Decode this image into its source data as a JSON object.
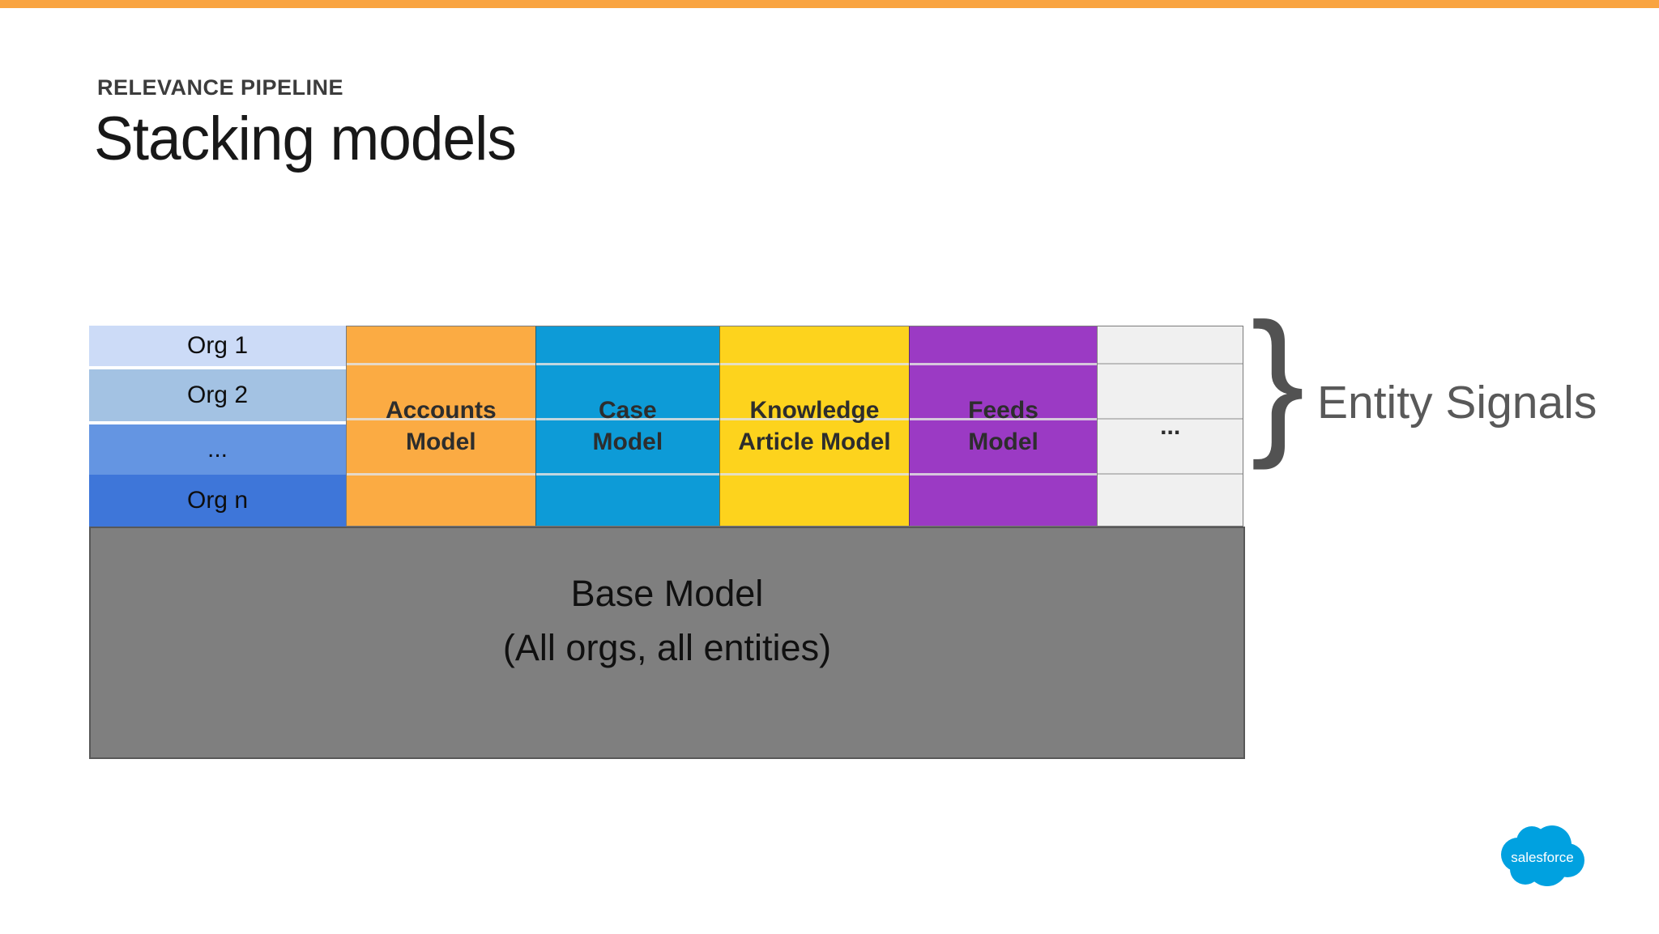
{
  "slide": {
    "eyebrow": "RELEVANCE PIPELINE",
    "title": "Stacking models",
    "accent_bar_color": "#F9A441"
  },
  "diagram": {
    "org_rows": [
      {
        "label": "Org 1",
        "color": "#CCDBF7"
      },
      {
        "label": "Org 2",
        "color": "#A3C2E3"
      },
      {
        "label": "...",
        "color": "#6495E2"
      },
      {
        "label": "Org n",
        "color": "#3E76D9"
      }
    ],
    "model_columns": [
      {
        "lines": {
          "0": "Accounts",
          "1": "Model"
        },
        "color": "#FBAB43"
      },
      {
        "lines": {
          "0": "Case",
          "1": "Model"
        },
        "color": "#0D9BD7"
      },
      {
        "lines": {
          "0": "Knowledge",
          "1": "Article Model"
        },
        "color": "#FDD31D"
      },
      {
        "lines": {
          "0": "Feeds",
          "1": "Model"
        },
        "color": "#9B3AC4"
      },
      {
        "lines": {
          "0": "..."
        },
        "color": "#F0F0F0"
      }
    ],
    "base_model": {
      "line1": "Base Model",
      "line2": "(All orgs, all entities)",
      "color": "#7F7F7F"
    },
    "annotation": {
      "brace": "}",
      "label": "Entity Signals"
    }
  },
  "footer": {
    "logo_text": "salesforce",
    "logo_color": "#00A1E0"
  }
}
